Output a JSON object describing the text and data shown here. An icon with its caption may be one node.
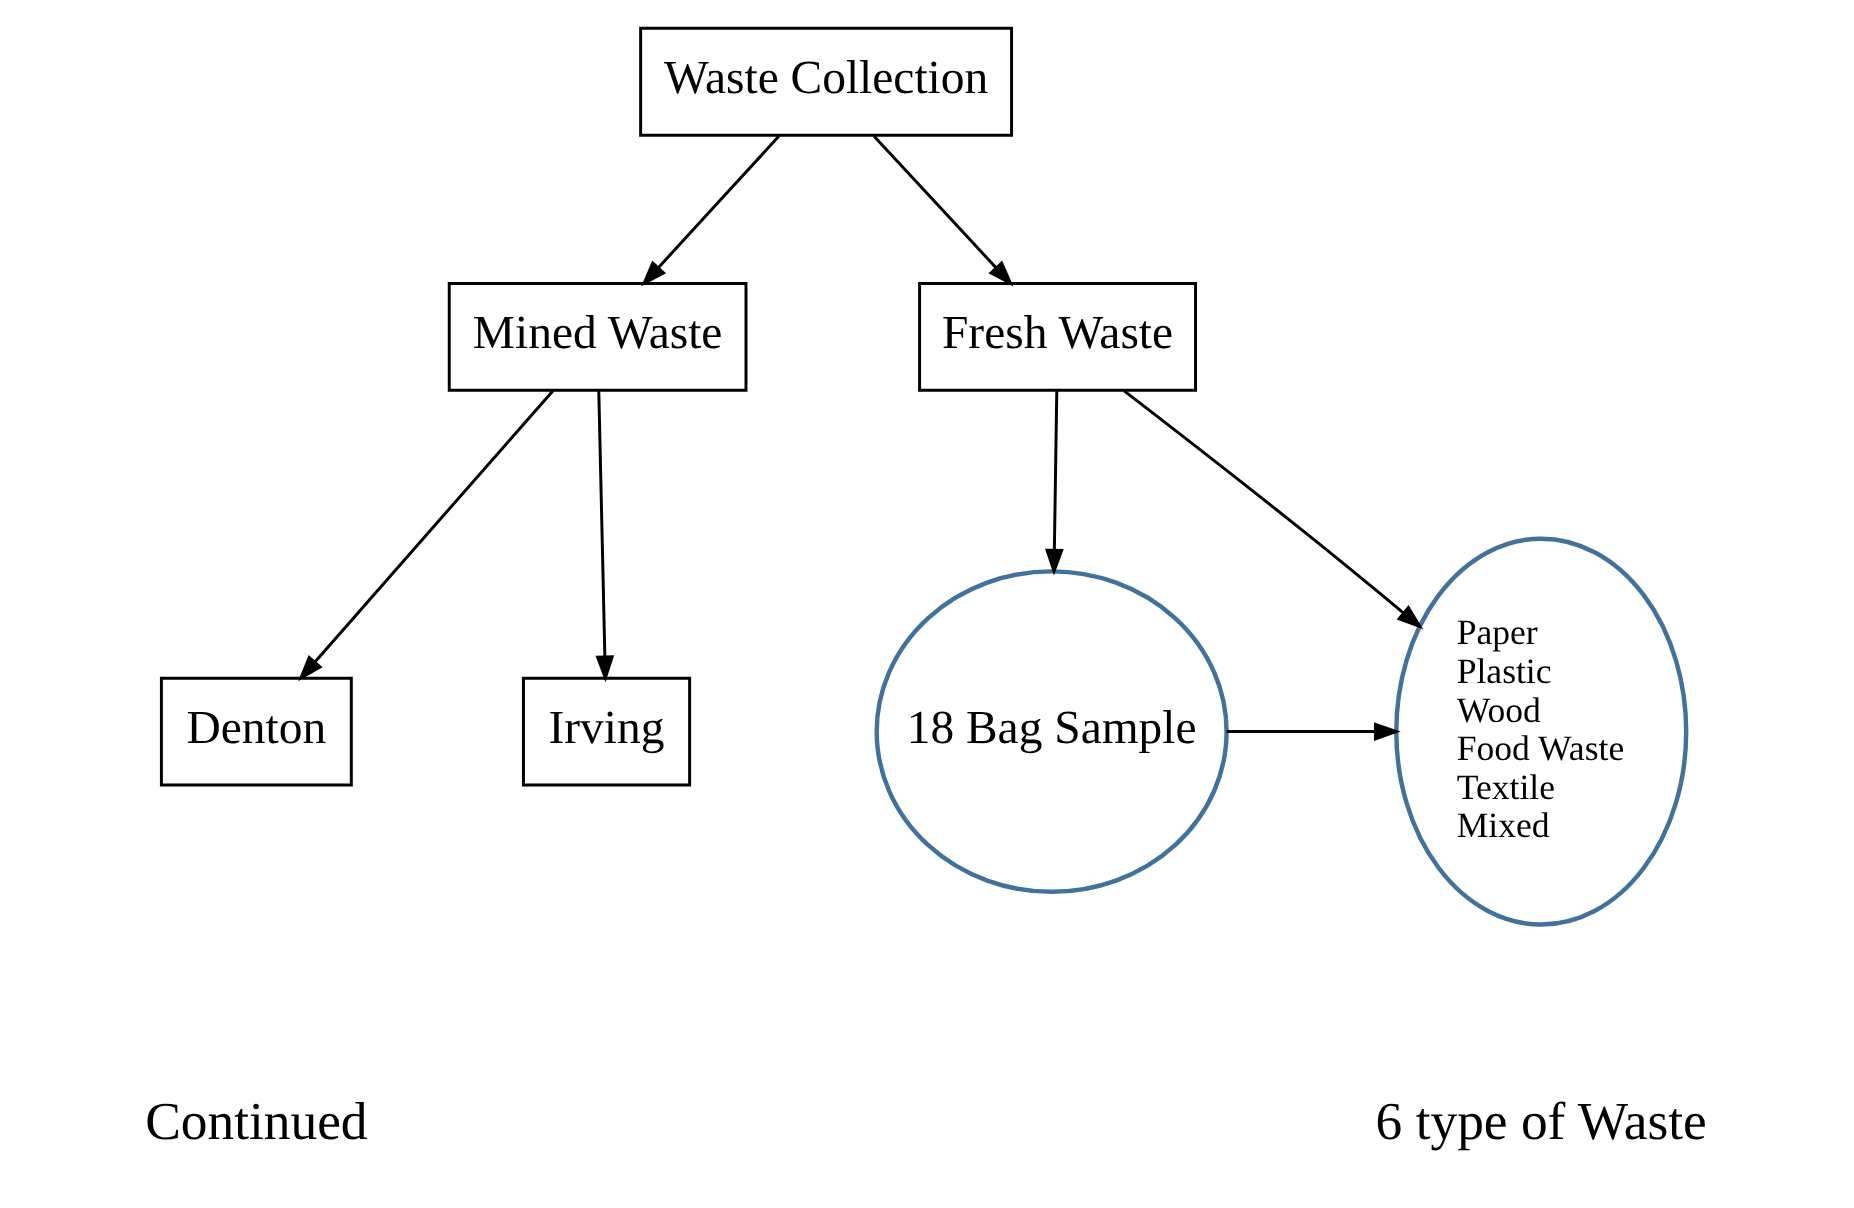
{
  "diagram": {
    "nodes": [
      {
        "text": [
          "Waste Collection"
        ]
      },
      {
        "text": [
          "Mined Waste"
        ]
      },
      {
        "text": [
          "Fresh Waste"
        ]
      },
      {
        "text": [
          "Denton"
        ]
      },
      {
        "text": [
          "Irving"
        ]
      },
      {
        "text": [
          "18 Bag Sample"
        ]
      },
      {
        "text": [
          "Paper",
          "Plastic",
          "Wood",
          "Food Waste",
          "Textile",
          "Mixed"
        ],
        "beside": [
          "6 type of Waste"
        ]
      }
    ],
    "edges": [
      {
        "from": 0,
        "to": 1,
        "arrow": "to"
      },
      {
        "from": 0,
        "to": 2,
        "arrow": "to"
      },
      {
        "from": 1,
        "to": 3,
        "arrow": "to"
      },
      {
        "from": 1,
        "to": 4,
        "arrow": "to"
      },
      {
        "from": 2,
        "to": 5,
        "arrow": "to"
      },
      {
        "from": 2,
        "to": 6,
        "arrow": "to"
      },
      {
        "from": 5,
        "to": 6,
        "arrow": "to"
      }
    ],
    "labels": [
      "Continued"
    ]
  }
}
